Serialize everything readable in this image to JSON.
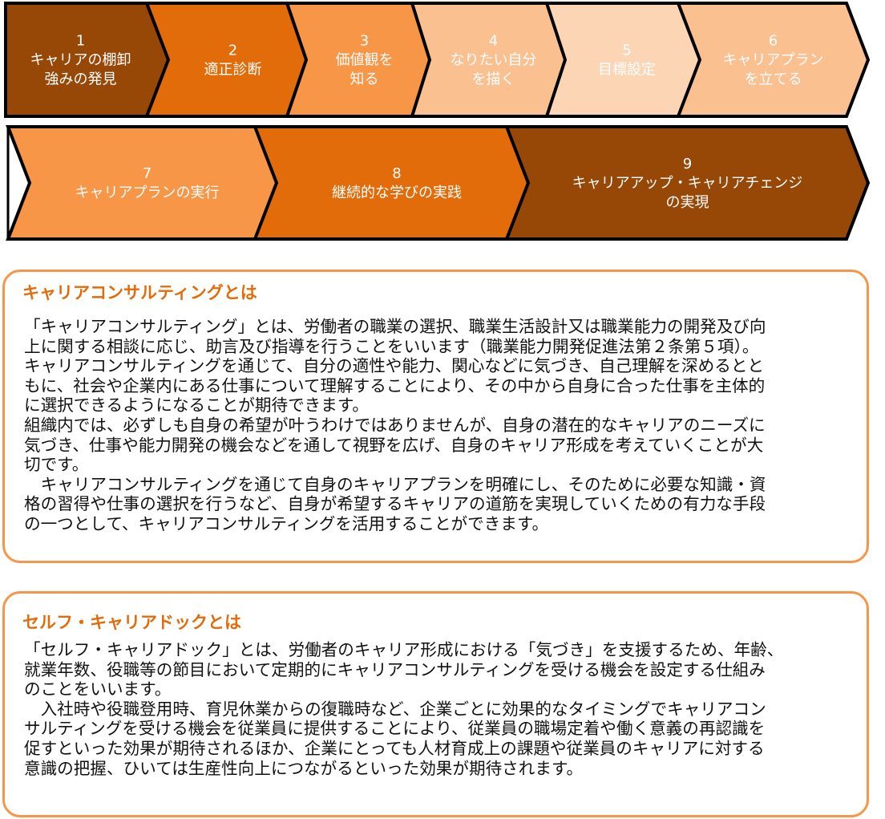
{
  "colors": {
    "dark_brown": "#974706",
    "orange": "#e36c0a",
    "light_orange": "#f79646",
    "peach": "#fac090",
    "pale_peach": "#fcd5b5",
    "border": "#f79646",
    "heading": "#e36c0a"
  },
  "steps": [
    {
      "num": "1",
      "lines": [
        "キャリアの棚卸",
        "強みの発見"
      ],
      "color": "#974706"
    },
    {
      "num": "2",
      "lines": [
        "適正診断"
      ],
      "color": "#e36c0a"
    },
    {
      "num": "3",
      "lines": [
        "価値観を",
        "知る"
      ],
      "color": "#f79646"
    },
    {
      "num": "4",
      "lines": [
        "なりたい自分",
        "を描く"
      ],
      "color": "#fac090"
    },
    {
      "num": "5",
      "lines": [
        "目標設定"
      ],
      "color": "#fcd5b5"
    },
    {
      "num": "6",
      "lines": [
        "キャリアプラン",
        "を立てる"
      ],
      "color": "#fac090"
    },
    {
      "num": "7",
      "lines": [
        "キャリアプランの実行"
      ],
      "color": "#f79646"
    },
    {
      "num": "8",
      "lines": [
        "継続的な学びの実践"
      ],
      "color": "#e36c0a"
    },
    {
      "num": "9",
      "lines": [
        "キャリアアップ・キャリアチェンジ",
        "の実現"
      ],
      "color": "#974706"
    }
  ],
  "sections": [
    {
      "title": "キャリアコンサルティングとは",
      "lines": [
        "「キャリアコンサルティング」とは、労働者の職業の選択、職業生活設計又は職業能力の開発及び向",
        "上に関する相談に応じ、助言及び指導を行うことをいいます（職業能力開発促進法第２条第５項）。",
        "キャリアコンサルティングを通じて、自分の適性や能力、関心などに気づき、自己理解を深めるとと",
        "もに、社会や企業内にある仕事について理解することにより、その中から自身に合った仕事を主体的",
        "に選択できるようになることが期待できます。",
        "組織内では、必ずしも自身の希望が叶うわけではありませんが、自身の潜在的なキャリアのニーズに",
        "気づき、仕事や能力開発の機会などを通して視野を広げ、自身のキャリア形成を考えていくことが大",
        "切です。",
        "　キャリアコンサルティングを通じて自身のキャリアプランを明確にし、そのために必要な知識・資",
        "格の習得や仕事の選択を行うなど、自身が希望するキャリアの道筋を実現していくための有力な手段",
        "の一つとして、キャリアコンサルティングを活用することができます。"
      ]
    },
    {
      "title": "セルフ・キャリアドックとは",
      "lines": [
        "「セルフ・キャリアドック」とは、労働者のキャリア形成における「気づき」を支援するため、年齢、",
        "就業年数、役職等の節目において定期的にキャリアコンサルティングを受ける機会を設定する仕組み",
        "のことをいいます。",
        "　入社時や役職登用時、育児休業からの復職時など、企業ごとに効果的なタイミングでキャリアコン",
        "サルティングを受ける機会を従業員に提供することにより、従業員の職場定着や働く意義の再認識を",
        "促すといった効果が期待されるほか、企業にとっても人材育成上の課題や従業員のキャリアに対する",
        "意識の把握、ひいては生産性向上につながるといった効果が期待されます。"
      ]
    }
  ]
}
